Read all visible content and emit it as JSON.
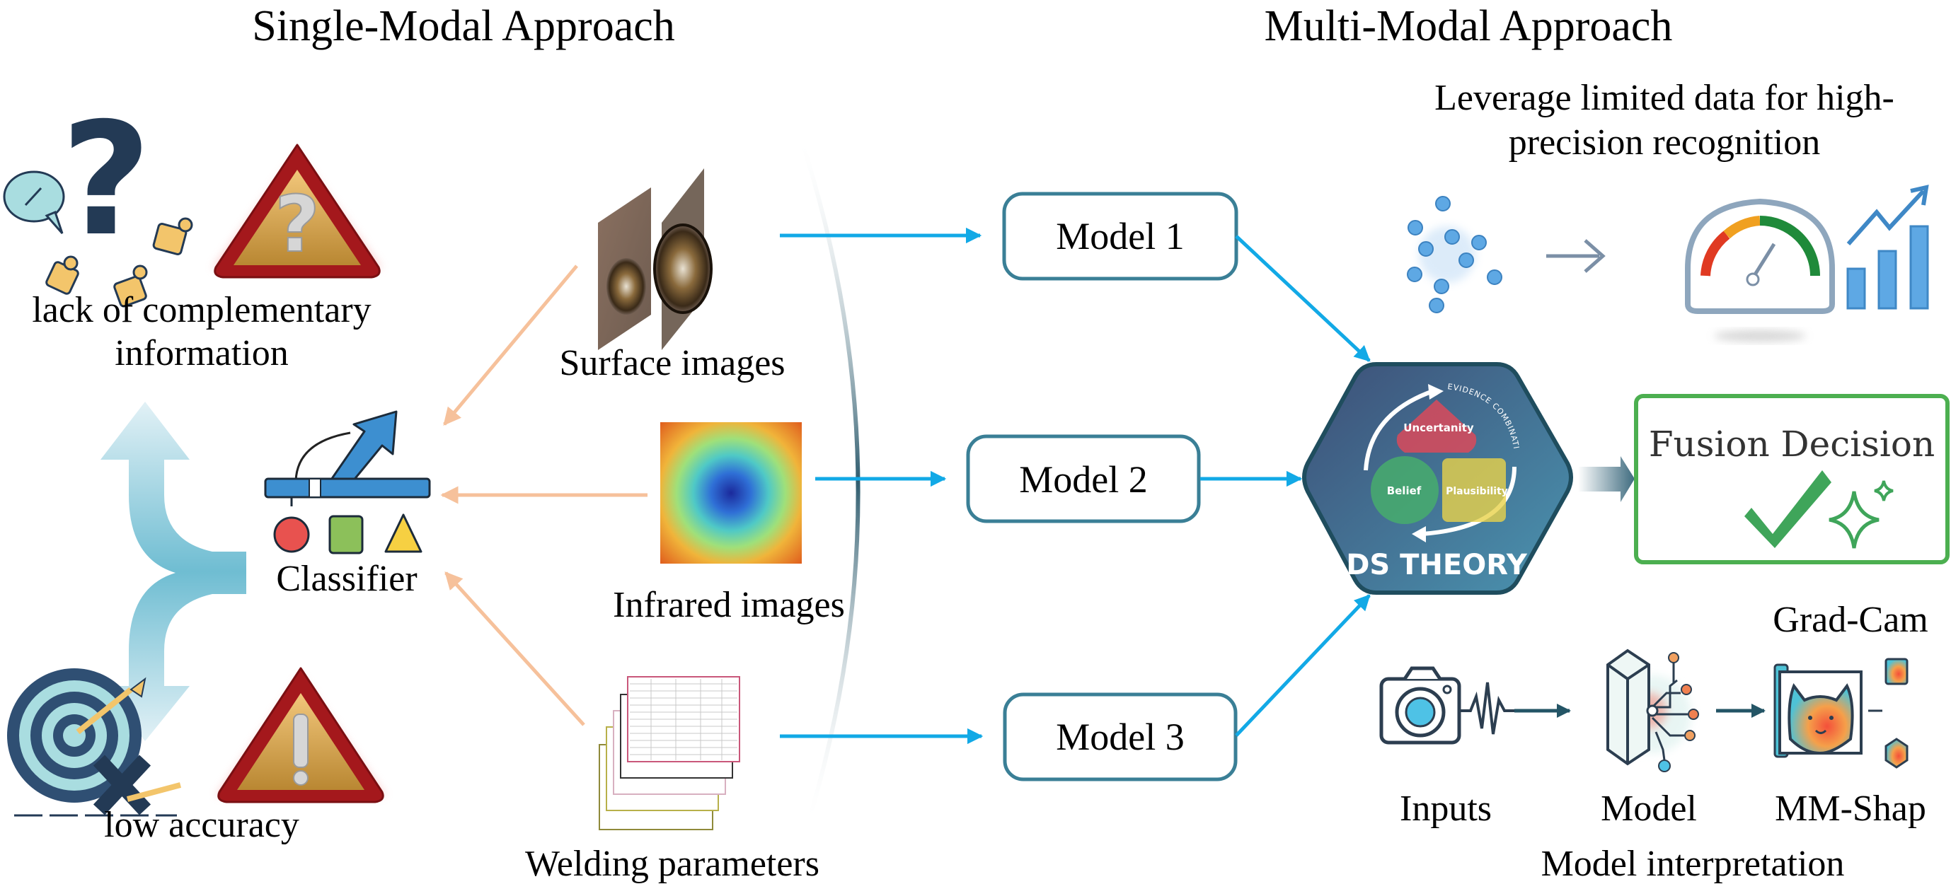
{
  "titles": {
    "single_modal": "Single-Modal Approach",
    "multi_modal": "Multi-Modal Approach"
  },
  "single_modal": {
    "problem_top": {
      "label_line1": "lack of complementary",
      "label_line2": "information",
      "icons": [
        "question-mark-icon",
        "speech-bubble-icon",
        "puzzle-pieces-icon",
        "warning-question-icon"
      ]
    },
    "problem_bottom": {
      "label": "low accuracy",
      "icons": [
        "target-missed-icon",
        "warning-exclamation-icon"
      ]
    },
    "classifier": {
      "label": "Classifier",
      "shape_colors": [
        "#e8524f",
        "#8cc05a",
        "#f6d042"
      ]
    }
  },
  "modalities": [
    {
      "label": "Surface images",
      "icon": "weld-surface-image"
    },
    {
      "label": "Infrared images",
      "icon": "infrared-heatmap-image"
    },
    {
      "label": "Welding parameters",
      "icon": "parameter-table-stack"
    }
  ],
  "models": [
    {
      "label": "Model 1"
    },
    {
      "label": "Model 2"
    },
    {
      "label": "Model 3"
    }
  ],
  "ds_theory": {
    "title": "DS THEORY",
    "arc_text": "EVIDENCE COMBINATION",
    "uncertainty": "Uncertanity",
    "belief": "Belief",
    "plausibility": "Plausibility"
  },
  "fusion": {
    "label": "Fusion Decision"
  },
  "benefit": {
    "line1": "Leverage limited data for high-",
    "line2": "precision recognition"
  },
  "interpretation": {
    "grad_cam": "Grad-Cam",
    "inputs": "Inputs",
    "model": "Model",
    "mm_shap": "MM-Shap",
    "caption": "Model interpretation"
  },
  "colors": {
    "model_border": "#3a7f96",
    "flow_arrow": "#12a9e6",
    "single_arrow": "#f6c19b",
    "hexagon_fill": "#3f5c80",
    "fusion_border": "#4caf50"
  }
}
